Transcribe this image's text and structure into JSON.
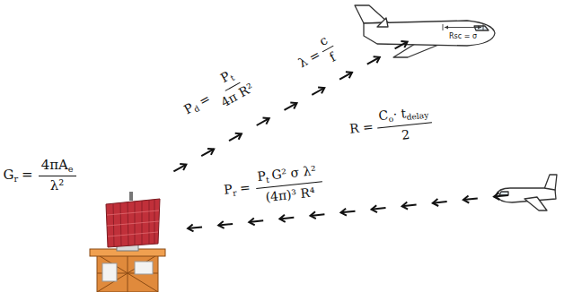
{
  "diagram": {
    "labels": [
      "G",
      "r",
      "=",
      "4πA",
      "e",
      "λ²",
      "P",
      "d",
      "=",
      "P",
      "t",
      "4π R²",
      "λ =",
      "c",
      "f",
      "Rsc = σ",
      "R =",
      "C",
      "o",
      "· t",
      "delay",
      "2",
      "P",
      "r",
      "=",
      "P",
      "t",
      "G² σ λ²",
      "(4π)³ R⁴"
    ]
  }
}
